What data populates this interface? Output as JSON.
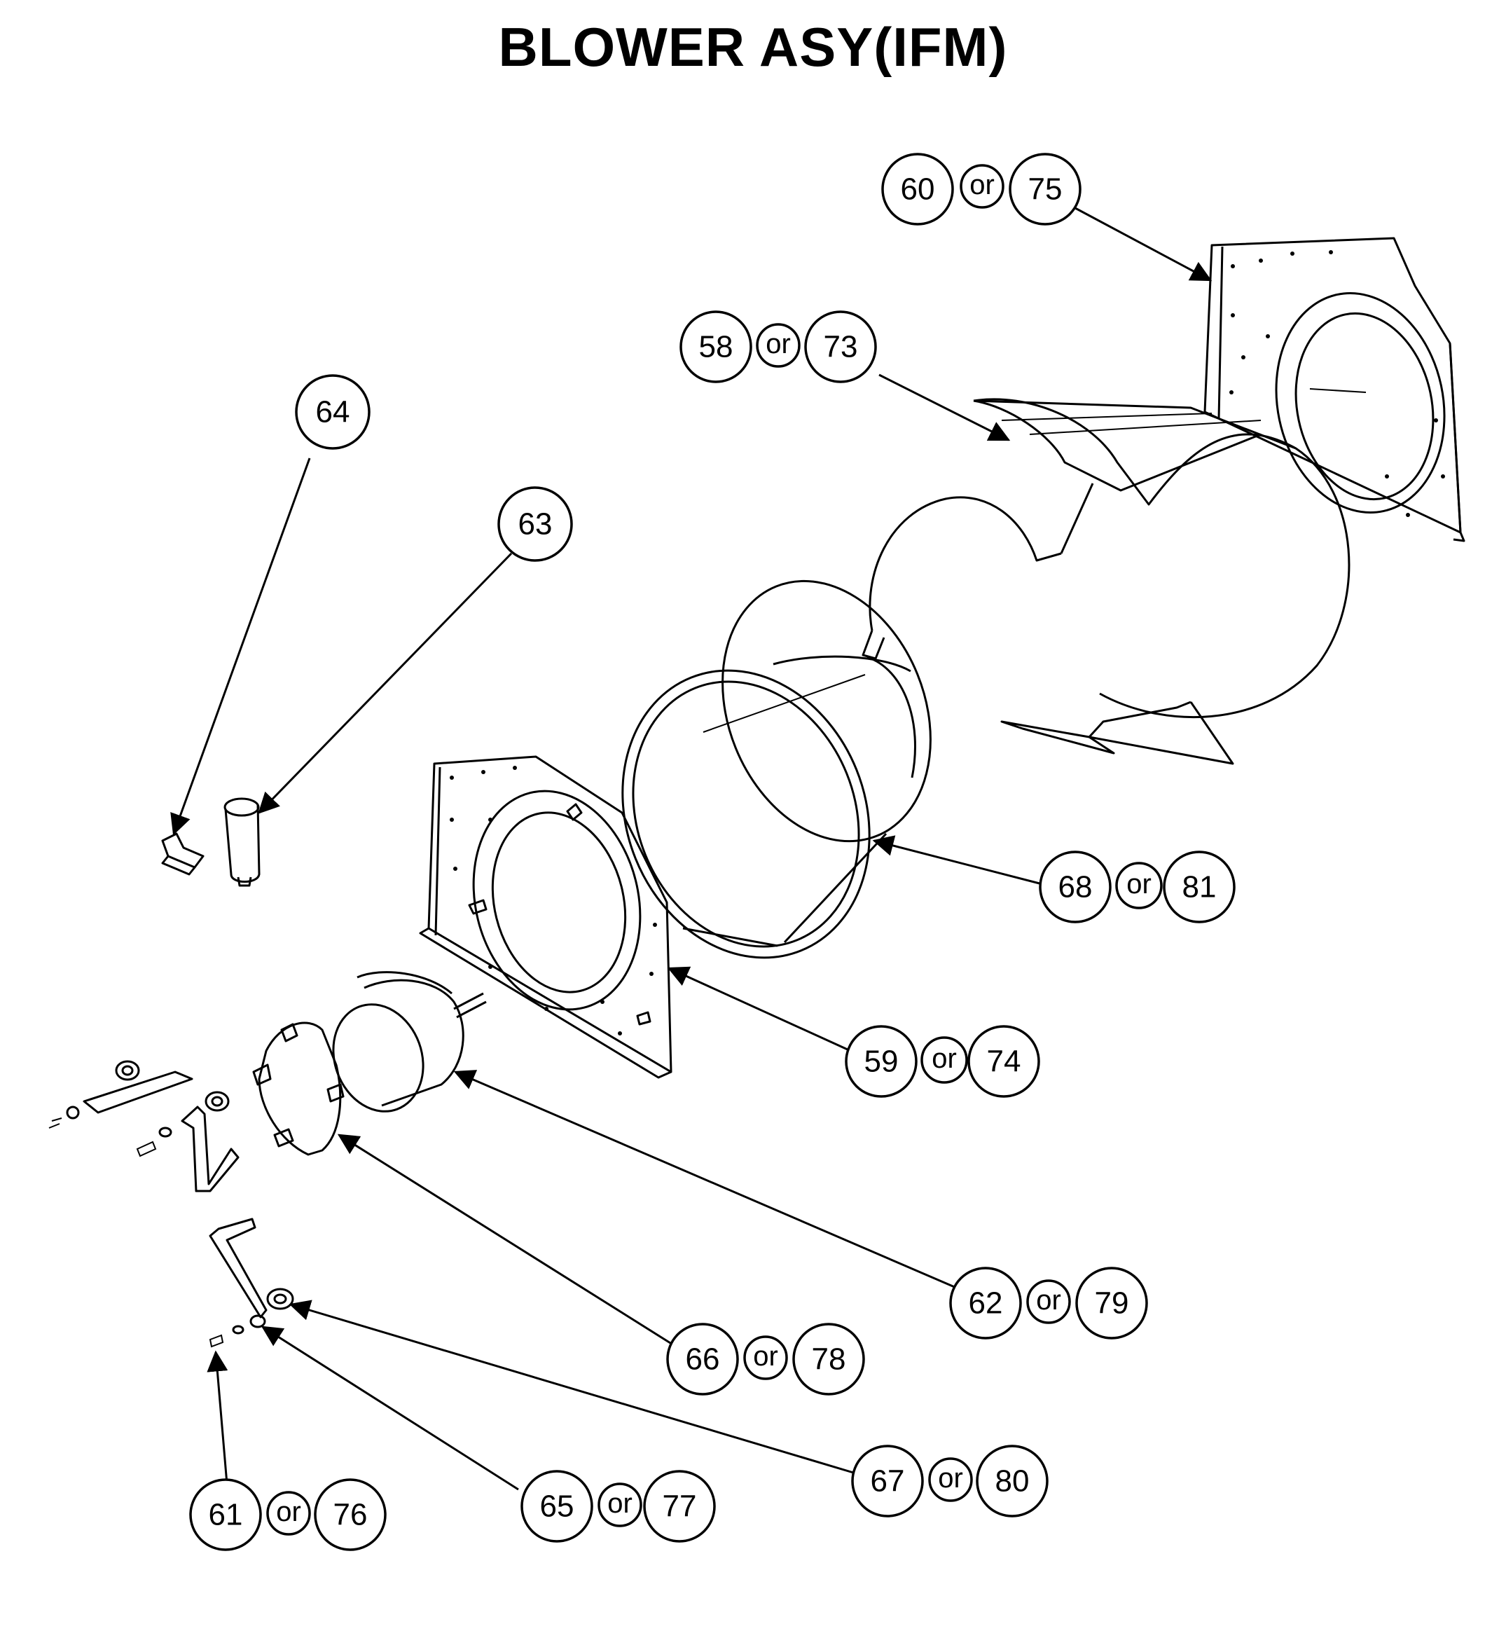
{
  "title": "BLOWER ASY(IFM)",
  "callouts": [
    {
      "id": "rear-side-plate",
      "a": "60",
      "sep": "or",
      "b": "75"
    },
    {
      "id": "housing-scroll",
      "a": "58",
      "sep": "or",
      "b": "73"
    },
    {
      "id": "clip",
      "a": "64"
    },
    {
      "id": "capacitor",
      "a": "63"
    },
    {
      "id": "blower-wheel",
      "a": "68",
      "sep": "or",
      "b": "81"
    },
    {
      "id": "front-side-plate",
      "a": "59",
      "sep": "or",
      "b": "74"
    },
    {
      "id": "motor",
      "a": "62",
      "sep": "or",
      "b": "79"
    },
    {
      "id": "motor-mount-ring",
      "a": "66",
      "sep": "or",
      "b": "78"
    },
    {
      "id": "grommet",
      "a": "67",
      "sep": "or",
      "b": "80"
    },
    {
      "id": "screw",
      "a": "61",
      "sep": "or",
      "b": "76"
    },
    {
      "id": "washer",
      "a": "65",
      "sep": "or",
      "b": "77"
    }
  ]
}
